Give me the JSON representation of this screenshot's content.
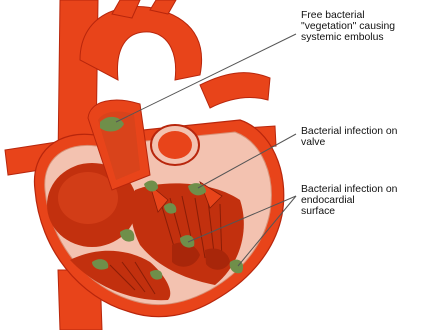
{
  "labels": {
    "vegetation": [
      "Free bacterial",
      "\"vegetation\" causing",
      "systemic embolus"
    ],
    "valve": [
      "Bacterial infection on",
      "valve"
    ],
    "endocardial": [
      "Bacterial infection on",
      "endocardial",
      "surface"
    ]
  },
  "colors": {
    "vessel_red": "#e8441a",
    "vessel_dark": "#b8260c",
    "heart_wall": "#f3c2b0",
    "chamber_red": "#c2300e",
    "vegetation_green": "#6f8f4a",
    "leader_line": "#555555"
  }
}
